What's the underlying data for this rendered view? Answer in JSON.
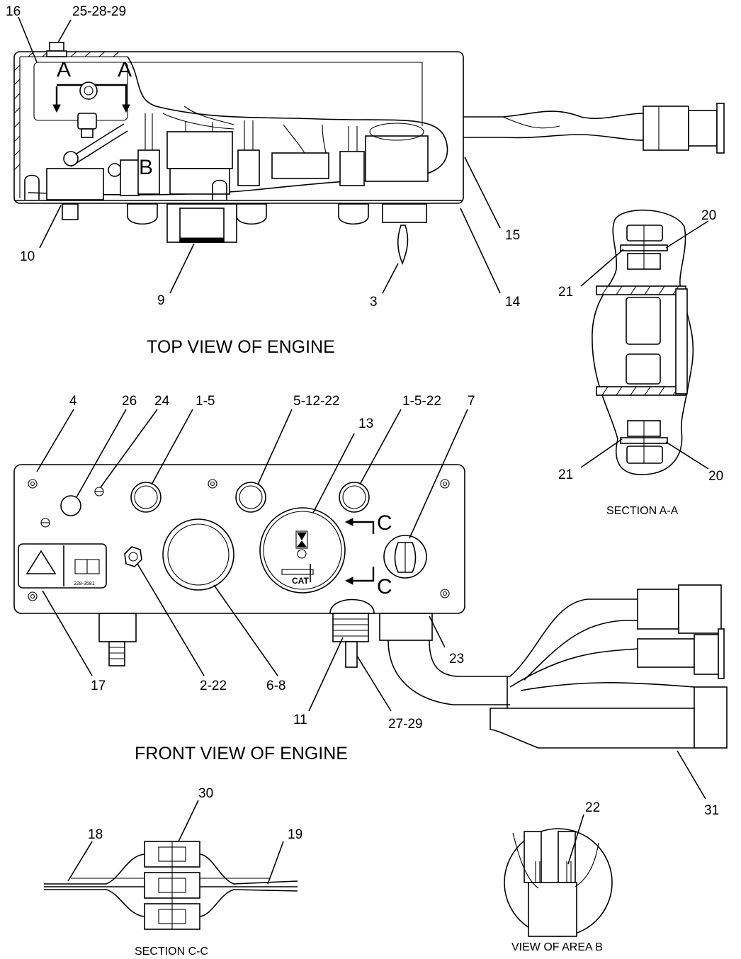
{
  "views": {
    "top_view_title": "TOP VIEW OF ENGINE",
    "front_view_title": "FRONT VIEW OF ENGINE",
    "section_aa": "SECTION A-A",
    "section_cc": "SECTION C-C",
    "view_area_b": "VIEW OF AREA B"
  },
  "section_markers": {
    "a_left": "A",
    "a_right": "A",
    "b": "B",
    "c_top": "C",
    "c_bottom": "C"
  },
  "callouts": {
    "c16": "16",
    "c25_28_29": "25-28-29",
    "c15": "15",
    "c10": "10",
    "c9": "9",
    "c3": "3",
    "c14": "14",
    "c20_top": "20",
    "c21_top": "21",
    "c21_bottom": "21",
    "c20_bottom": "20",
    "c4": "4",
    "c26": "26",
    "c24": "24",
    "c1_5": "1-5",
    "c5_12_22": "5-12-22",
    "c13": "13",
    "c1_5_22": "1-5-22",
    "c7": "7",
    "c17": "17",
    "c2_22": "2-22",
    "c6_8": "6-8",
    "c23": "23",
    "c11": "11",
    "c27_29": "27-29",
    "c31": "31",
    "c30": "30",
    "c18": "18",
    "c19": "19",
    "c22": "22"
  },
  "panel_text": {
    "decal_number": "228-3581",
    "gauge_brand": "CAT"
  },
  "colors": {
    "line": "#000000",
    "background": "#ffffff"
  }
}
